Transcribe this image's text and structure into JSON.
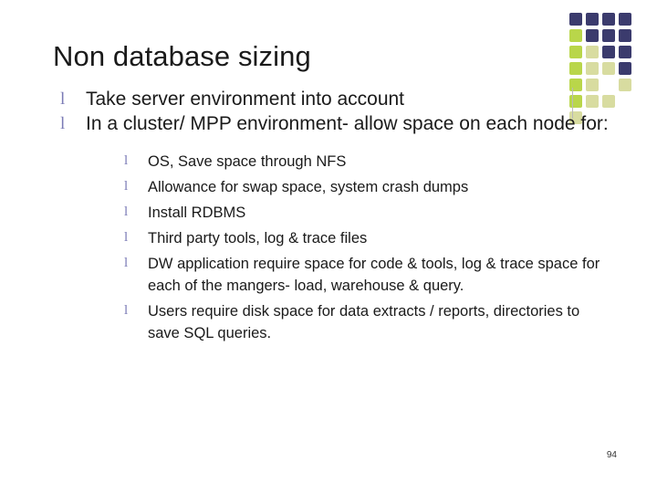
{
  "slide": {
    "title": "Non database sizing",
    "page_number": "94",
    "bullet_glyph": "l",
    "bullets": [
      {
        "text": "Take server environment into account",
        "children": []
      },
      {
        "text": "In a cluster/ MPP environment- allow space on each node for:",
        "children": [
          "OS, Save space through NFS",
          "Allowance for swap space, system crash dumps",
          "Install RDBMS",
          "Third party tools, log & trace files",
          "DW application require space for code & tools, log & trace space for each of the mangers- load, warehouse & query.",
          "Users require disk space for data extracts / reports, directories to save SQL queries."
        ]
      }
    ]
  },
  "decoration": {
    "dot_grid_name": "dot-grid-decoration",
    "dot_colors": [
      "#3b3b6d",
      "#3b3b6d",
      "#3b3b6d",
      "#3b3b6d",
      "#b9d64a",
      "#3b3b6d",
      "#3b3b6d",
      "#3b3b6d",
      "#b9d64a",
      "#d8dca0",
      "#3b3b6d",
      "#3b3b6d",
      "#b9d64a",
      "#d8dca0",
      "#d8dca0",
      "#3b3b6d",
      "#b9d64a",
      "#d8dca0",
      "#ffffff",
      "#d8dca0",
      "#b9d64a",
      "#d8dca0",
      "#d8dca0",
      "#ffffff",
      "#d8dca0"
    ]
  }
}
